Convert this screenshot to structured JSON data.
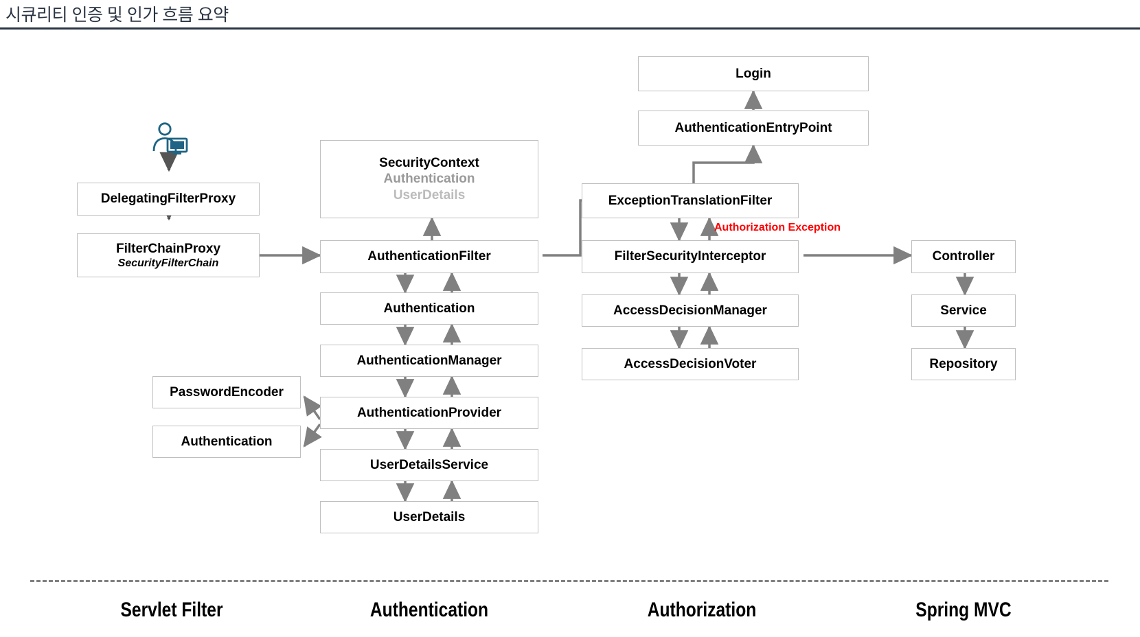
{
  "header": {
    "title": "시큐리티 인증 및 인가 흐름 요약"
  },
  "icons": {
    "user_terminal": "user-terminal-icon",
    "user_terminal_color": "#1f6484"
  },
  "colors": {
    "box_border": "#bfbfbf",
    "arrow": "#808080",
    "exception_red": "#ff0000",
    "title_text": "#2a3442",
    "muted_text": "#9a9a9a",
    "muted_text_light": "#bcbcbc"
  },
  "annotations": {
    "authorization_exception": "Authorization Exception"
  },
  "nodes": {
    "delegating_filter_proxy": {
      "label": "DelegatingFilterProxy"
    },
    "filter_chain_proxy": {
      "label": "FilterChainProxy",
      "sub": "SecurityFilterChain"
    },
    "security_context": {
      "label": "SecurityContext",
      "sub1": "Authentication",
      "sub2": "UserDetails"
    },
    "authentication_filter": {
      "label": "AuthenticationFilter"
    },
    "authentication": {
      "label": "Authentication"
    },
    "authentication_manager": {
      "label": "AuthenticationManager"
    },
    "authentication_provider": {
      "label": "AuthenticationProvider"
    },
    "password_encoder": {
      "label": "PasswordEncoder"
    },
    "authentication_side": {
      "label": "Authentication"
    },
    "user_details_service": {
      "label": "UserDetailsService"
    },
    "user_details": {
      "label": "UserDetails"
    },
    "login": {
      "label": "Login"
    },
    "authentication_entry_point": {
      "label": "AuthenticationEntryPoint"
    },
    "exception_translation_filter": {
      "label": "ExceptionTranslationFilter"
    },
    "filter_security_interceptor": {
      "label": "FilterSecurityInterceptor"
    },
    "access_decision_manager": {
      "label": "AccessDecisionManager"
    },
    "access_decision_voter": {
      "label": "AccessDecisionVoter"
    },
    "controller": {
      "label": "Controller"
    },
    "service": {
      "label": "Service"
    },
    "repository": {
      "label": "Repository"
    }
  },
  "footer": {
    "columns": [
      {
        "label": "Servlet Filter"
      },
      {
        "label": "Authentication"
      },
      {
        "label": "Authorization"
      },
      {
        "label": "Spring MVC"
      }
    ]
  }
}
